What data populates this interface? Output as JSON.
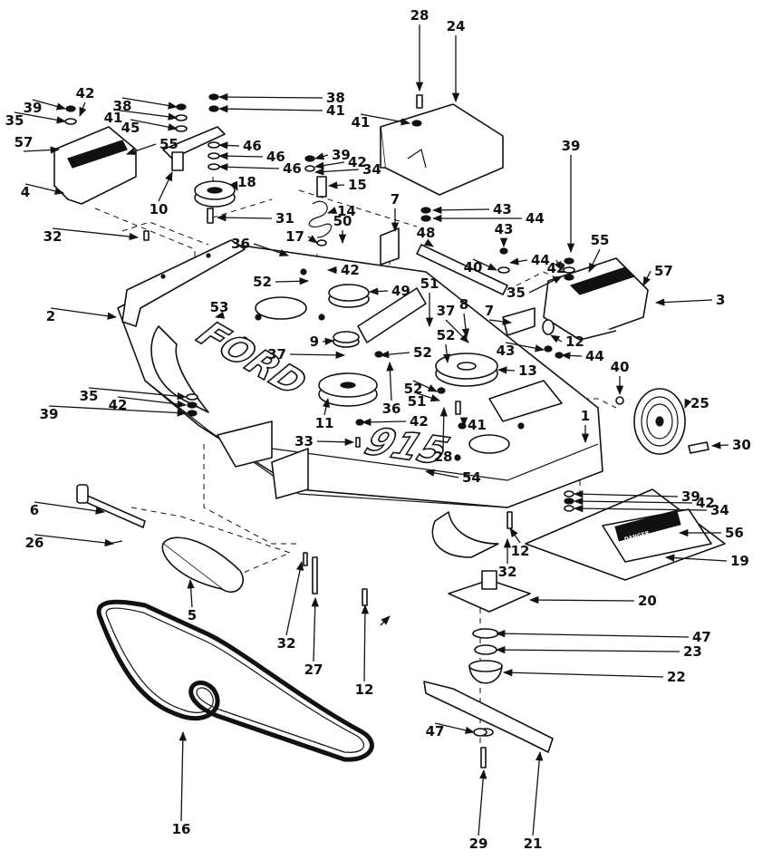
{
  "deck_brand": "FORD",
  "deck_model": "915",
  "decal_warning": "DANGER",
  "callouts": [
    {
      "id": "c28a",
      "label": "28"
    },
    {
      "id": "c24",
      "label": "24"
    },
    {
      "id": "c39a",
      "label": "39"
    },
    {
      "id": "c42a",
      "label": "42"
    },
    {
      "id": "c35a",
      "label": "35"
    },
    {
      "id": "c57a",
      "label": "57"
    },
    {
      "id": "c55a",
      "label": "55"
    },
    {
      "id": "c4",
      "label": "4"
    },
    {
      "id": "c38a",
      "label": "38"
    },
    {
      "id": "c41a",
      "label": "41"
    },
    {
      "id": "c45",
      "label": "45"
    },
    {
      "id": "c38b",
      "label": "38"
    },
    {
      "id": "c41b",
      "label": "41"
    },
    {
      "id": "c41c",
      "label": "41"
    },
    {
      "id": "c46a",
      "label": "46"
    },
    {
      "id": "c46b",
      "label": "46"
    },
    {
      "id": "c46c",
      "label": "46"
    },
    {
      "id": "c39b",
      "label": "39"
    },
    {
      "id": "c42b",
      "label": "42"
    },
    {
      "id": "c34a",
      "label": "34"
    },
    {
      "id": "c15",
      "label": "15"
    },
    {
      "id": "c18",
      "label": "18"
    },
    {
      "id": "c10",
      "label": "10"
    },
    {
      "id": "c31",
      "label": "31"
    },
    {
      "id": "c14",
      "label": "14"
    },
    {
      "id": "c50",
      "label": "50"
    },
    {
      "id": "c7a",
      "label": "7"
    },
    {
      "id": "c43a",
      "label": "43"
    },
    {
      "id": "c44a",
      "label": "44"
    },
    {
      "id": "c39c",
      "label": "39"
    },
    {
      "id": "c32a",
      "label": "32"
    },
    {
      "id": "c17",
      "label": "17"
    },
    {
      "id": "c36a",
      "label": "36"
    },
    {
      "id": "c48",
      "label": "48"
    },
    {
      "id": "c43b",
      "label": "43"
    },
    {
      "id": "c55b",
      "label": "55"
    },
    {
      "id": "c44b",
      "label": "44"
    },
    {
      "id": "c40a",
      "label": "40"
    },
    {
      "id": "c42c",
      "label": "42"
    },
    {
      "id": "c42d",
      "label": "42"
    },
    {
      "id": "c57b",
      "label": "57"
    },
    {
      "id": "c2",
      "label": "2"
    },
    {
      "id": "c52a",
      "label": "52"
    },
    {
      "id": "c49",
      "label": "49"
    },
    {
      "id": "c51a",
      "label": "51"
    },
    {
      "id": "c35b",
      "label": "35"
    },
    {
      "id": "c3",
      "label": "3"
    },
    {
      "id": "c53",
      "label": "53"
    },
    {
      "id": "c37a",
      "label": "37"
    },
    {
      "id": "c8",
      "label": "8"
    },
    {
      "id": "c7b",
      "label": "7"
    },
    {
      "id": "c9",
      "label": "9"
    },
    {
      "id": "c52b",
      "label": "52"
    },
    {
      "id": "c12a",
      "label": "12"
    },
    {
      "id": "c37b",
      "label": "37"
    },
    {
      "id": "c52c",
      "label": "52"
    },
    {
      "id": "c43c",
      "label": "43"
    },
    {
      "id": "c44c",
      "label": "44"
    },
    {
      "id": "c13",
      "label": "13"
    },
    {
      "id": "c40b",
      "label": "40"
    },
    {
      "id": "c35c",
      "label": "35"
    },
    {
      "id": "c42e",
      "label": "42"
    },
    {
      "id": "c39d",
      "label": "39"
    },
    {
      "id": "c52d",
      "label": "52"
    },
    {
      "id": "c51b",
      "label": "51"
    },
    {
      "id": "c36b",
      "label": "36"
    },
    {
      "id": "c25",
      "label": "25"
    },
    {
      "id": "c11",
      "label": "11"
    },
    {
      "id": "c42f",
      "label": "42"
    },
    {
      "id": "c41d",
      "label": "41"
    },
    {
      "id": "c33",
      "label": "33"
    },
    {
      "id": "c28b",
      "label": "28"
    },
    {
      "id": "c1",
      "label": "1"
    },
    {
      "id": "c30",
      "label": "30"
    },
    {
      "id": "c54",
      "label": "54"
    },
    {
      "id": "c39e",
      "label": "39"
    },
    {
      "id": "c42g",
      "label": "42"
    },
    {
      "id": "c34b",
      "label": "34"
    },
    {
      "id": "c6",
      "label": "6"
    },
    {
      "id": "c56",
      "label": "56"
    },
    {
      "id": "c26",
      "label": "26"
    },
    {
      "id": "c12b",
      "label": "12"
    },
    {
      "id": "c32b",
      "label": "32"
    },
    {
      "id": "c19",
      "label": "19"
    },
    {
      "id": "c20",
      "label": "20"
    },
    {
      "id": "c5",
      "label": "5"
    },
    {
      "id": "c47a",
      "label": "47"
    },
    {
      "id": "c32c",
      "label": "32"
    },
    {
      "id": "c27",
      "label": "27"
    },
    {
      "id": "c23",
      "label": "23"
    },
    {
      "id": "c22",
      "label": "22"
    },
    {
      "id": "c12c",
      "label": "12"
    },
    {
      "id": "c47b",
      "label": "47"
    },
    {
      "id": "c16",
      "label": "16"
    },
    {
      "id": "c29",
      "label": "29"
    },
    {
      "id": "c21",
      "label": "21"
    }
  ]
}
